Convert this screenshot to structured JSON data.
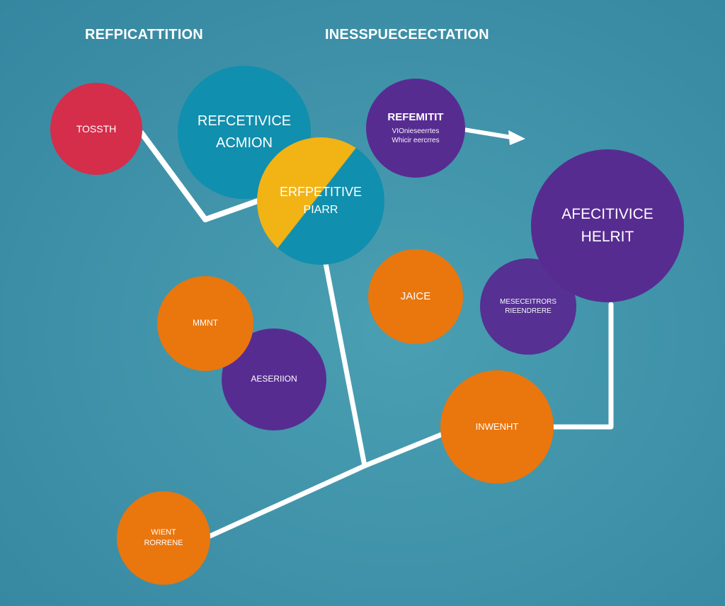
{
  "headings": {
    "left": "REFPICATTITION",
    "right": "INESSPUECEECTATION"
  },
  "colors": {
    "background_light": "#4a9fb2",
    "background_dark": "#3586a0",
    "red": "#d42e4b",
    "teal": "#108fae",
    "yellow": "#f2b315",
    "purple": "#572c91",
    "orange": "#ea760e",
    "connector": "#ffffff"
  },
  "nodes": {
    "tosth": {
      "label": "TOSSTH"
    },
    "refcetivice": {
      "line1": "REFCETIVICE",
      "line2": "ACMION"
    },
    "erfpetitive": {
      "line1": "ERFPETITIVE",
      "line2": "PIARR"
    },
    "refemitit": {
      "title": "REFEMITIT",
      "sub1": "VIOnieseerrtes",
      "sub2": "Whicir eercrres"
    },
    "afecitivice": {
      "line1": "AFECITIVICE",
      "line2": "HELRIT"
    },
    "mmnt": {
      "label": "MMNT"
    },
    "jaice": {
      "label": "JAICE"
    },
    "aeseriion": {
      "label": "AESERIION"
    },
    "meseceitrors": {
      "line1": "MESECEITRORS",
      "line2": "RIEENDRERE"
    },
    "inwenht": {
      "label": "INWENHT"
    },
    "wient": {
      "line1": "WIENT",
      "line2": "RORRENE"
    }
  }
}
